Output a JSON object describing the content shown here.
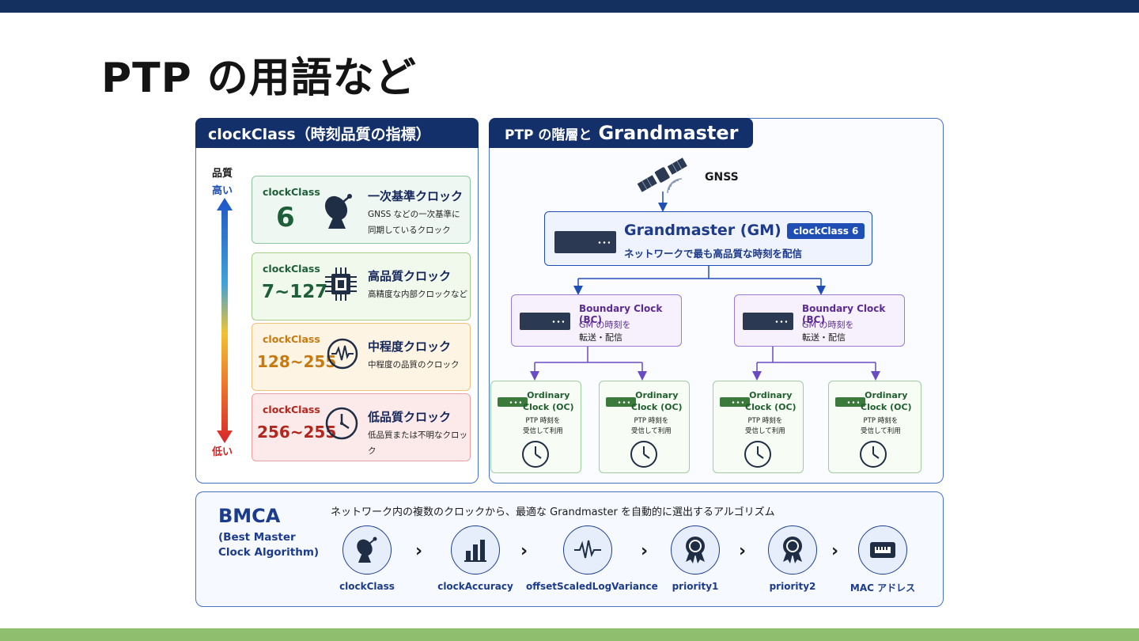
{
  "title": "PTP の用語など",
  "colors": {
    "navy": "#14306a",
    "green_bar": "#8fbf6e",
    "accent_blue": "#1f4fb5"
  },
  "clockclass_panel": {
    "header": "clockClass（時刻品質の指標）",
    "quality_label": "品質",
    "high": "高い",
    "low": "低い",
    "cards": [
      {
        "title": "clockClass",
        "value": "6",
        "name": "一次基準クロック",
        "desc1": "GNSS などの一次基準に",
        "desc2": "同期しているクロック",
        "icon": "satellite-dish-icon",
        "color": "#1e5f3a"
      },
      {
        "title": "clockClass",
        "value": "7~127",
        "name": "高品質クロック",
        "desc1": "高精度な内部クロックなど",
        "desc2": "",
        "icon": "chip-icon",
        "color": "#1e5f3a"
      },
      {
        "title": "clockClass",
        "value": "128~255",
        "name": "中程度クロック",
        "desc1": "中程度の品質のクロック",
        "desc2": "",
        "icon": "waveform-icon",
        "color": "#c77a12"
      },
      {
        "title": "clockClass",
        "value": "256~255",
        "name": "低品質クロック",
        "desc1": "低品質または不明なクロック",
        "desc2": "",
        "icon": "clock-icon",
        "color": "#b3261e"
      }
    ]
  },
  "hierarchy_panel": {
    "header_prefix": "PTP の階層と",
    "header_main": "Grandmaster",
    "gnss_label": "GNSS",
    "gm": {
      "title": "Grandmaster (GM)",
      "badge": "clockClass 6",
      "desc": "ネットワークで最も高品質な時刻を配信"
    },
    "bc": {
      "title": "Boundary Clock (BC)",
      "desc1": "GM の時刻を",
      "desc2": "転送・配信"
    },
    "oc": {
      "title1": "Ordinary",
      "title2": "Clock (OC)",
      "desc1": "PTP 時刻を",
      "desc2": "受信して利用"
    }
  },
  "bmca": {
    "title": "BMCA",
    "subtitle1": "(Best Master",
    "subtitle2": "Clock Algorithm)",
    "desc": "ネットワーク内の複数のクロックから、最適な Grandmaster を自動的に選出するアルゴリズム",
    "criteria": [
      {
        "label": "clockClass",
        "icon": "satellite-dish-icon"
      },
      {
        "label": "clockAccuracy",
        "icon": "bar-chart-icon"
      },
      {
        "label": "offsetScaledLogVariance",
        "icon": "waveform-icon"
      },
      {
        "label": "priority1",
        "icon": "award-icon"
      },
      {
        "label": "priority2",
        "icon": "award-icon"
      },
      {
        "label": "MAC アドレス",
        "icon": "network-port-icon"
      }
    ],
    "separator": "›"
  }
}
